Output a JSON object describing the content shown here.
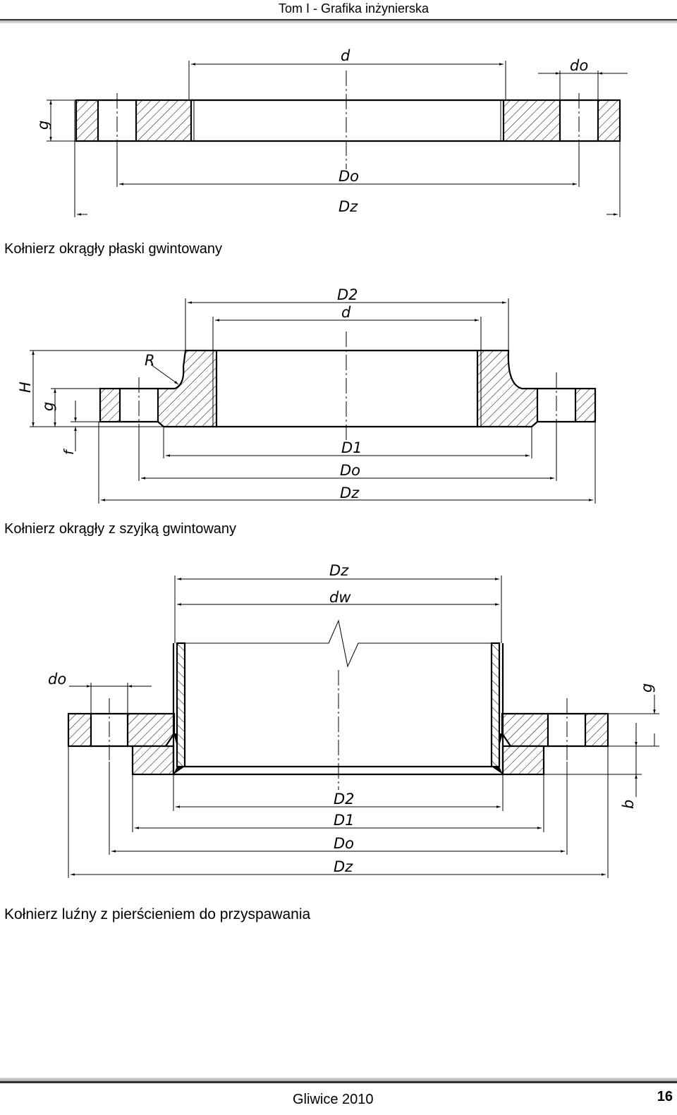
{
  "header": {
    "title": "Tom I - Grafika inżynierska"
  },
  "figures": [
    {
      "caption": "Kołnierz okrągły płaski gwintowany",
      "labels": {
        "d": "d",
        "do": "do",
        "g": "g",
        "Do": "Do",
        "Dz": "Dz"
      }
    },
    {
      "caption": "Kołnierz okrągły z szyjką gwintowany",
      "labels": {
        "D2": "D2",
        "d": "d",
        "R": "R",
        "H": "H",
        "g": "g",
        "f": "f",
        "D1": "D1",
        "Do": "Do",
        "Dz": "Dz"
      }
    },
    {
      "caption": "Kołnierz luźny z pierścieniem do przyspawania",
      "labels": {
        "Dz_top": "Dz",
        "dw": "dw",
        "do": "do",
        "g": "g",
        "b": "b",
        "D2": "D2",
        "D1": "D1",
        "Do": "Do",
        "Dz": "Dz"
      }
    }
  ],
  "footer": {
    "text": "Gliwice 2010",
    "page_number": "16"
  }
}
